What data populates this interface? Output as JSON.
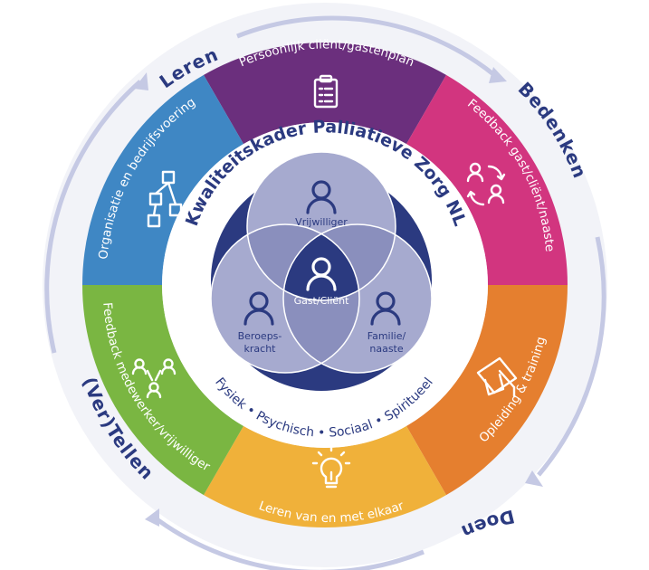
{
  "title": "Kwaliteitskader Palliatieve Zorg NL",
  "dimensions": "Fysiek • Psychisch • Sociaal • Spiritueel",
  "cycle": [
    "Leren",
    "Bedenken",
    "Doen",
    "(Ver)Tellen"
  ],
  "segments": [
    {
      "label": "Persoonlijk cliënt/gastenplan",
      "icon": "clipboard-icon",
      "color": "#6b2f7d"
    },
    {
      "label": "Feedback gast/cliënt/naaste",
      "icon": "exchange-icon",
      "color": "#d2357f"
    },
    {
      "label": "Opleiding & training",
      "icon": "graduation-cap-icon",
      "color": "#e57f2f"
    },
    {
      "label": "Leren van en met elkaar",
      "icon": "lightbulb-icon",
      "color": "#f0b13a"
    },
    {
      "label": "Feedback medewerker/vrijwilliger",
      "icon": "people-network-icon",
      "color": "#7ab642"
    },
    {
      "label": "Organisatie en bedrijfsvoering",
      "icon": "org-chart-icon",
      "color": "#3f87c4"
    }
  ],
  "venn": {
    "top": "Vrijwilliger",
    "left": [
      "Beroeps-",
      "kracht"
    ],
    "right": [
      "Familie/",
      "naaste"
    ],
    "center": "Gast/Cliënt"
  },
  "colors": {
    "navy": "#2b3a80",
    "venn_fill": "#9b9fc7",
    "arrow": "#c5c9e4"
  }
}
